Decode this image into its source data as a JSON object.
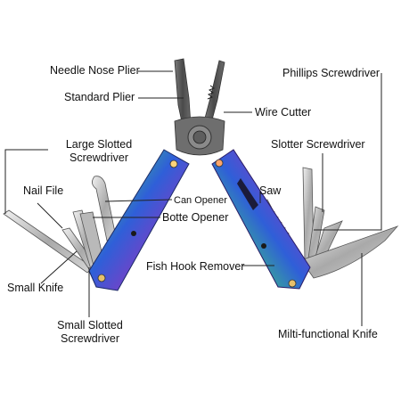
{
  "labels": {
    "needle_nose_plier": "Needle Nose Plier",
    "standard_plier": "Standard Plier",
    "wire_cutter": "Wire Cutter",
    "phillips_screwdriver": "Phillips Screwdriver",
    "large_slotted_screwdriver_l1": "Large Slotted",
    "large_slotted_screwdriver_l2": "Screwdriver",
    "slotter_screwdriver": "Slotter Screwdriver",
    "nail_file": "Nail File",
    "can_opener": "Can Opener",
    "saw": "Saw",
    "botte_opener": "Botte Opener",
    "fish_hook_remover": "Fish Hook Remover",
    "small_knife": "Small Knife",
    "small_slotted_screwdriver_l1": "Small Slotted",
    "small_slotted_screwdriver_l2": "Screwdriver",
    "multi_functional_knife": "Milti-functional Knife"
  },
  "colors": {
    "leader_line": "#222222",
    "steel_dark": "#5a5a5a",
    "steel_light": "#d8d8d8",
    "handle_blue": "#2f5fd8",
    "handle_purple": "#7a3fc6",
    "handle_green": "#3ab58a",
    "handle_gold": "#c9a23a"
  }
}
